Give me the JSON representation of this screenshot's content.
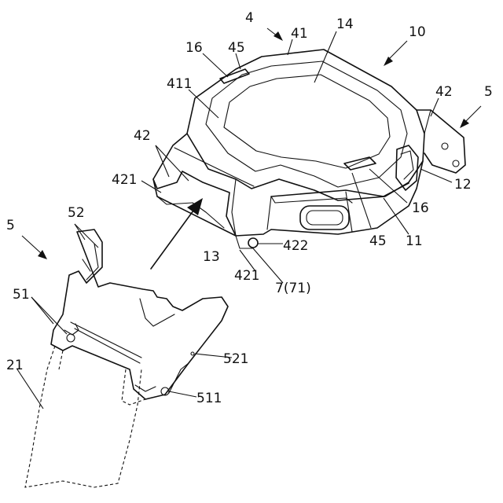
{
  "labels": {
    "l4": "4",
    "l41": "41",
    "l14": "14",
    "l10": "10",
    "l16_top": "16",
    "l45_top": "45",
    "l411": "411",
    "l42_left": "42",
    "l42_right": "42",
    "l5_right": "5",
    "l421_left": "421",
    "l12": "12",
    "l16_right": "16",
    "l52": "52",
    "l5_left": "5",
    "l13": "13",
    "l422": "422",
    "l45_bottom": "45",
    "l11": "11",
    "l421_bottom": "421",
    "l7": "7(71)",
    "l51": "51",
    "l521": "521",
    "l21": "21",
    "l511": "511"
  }
}
